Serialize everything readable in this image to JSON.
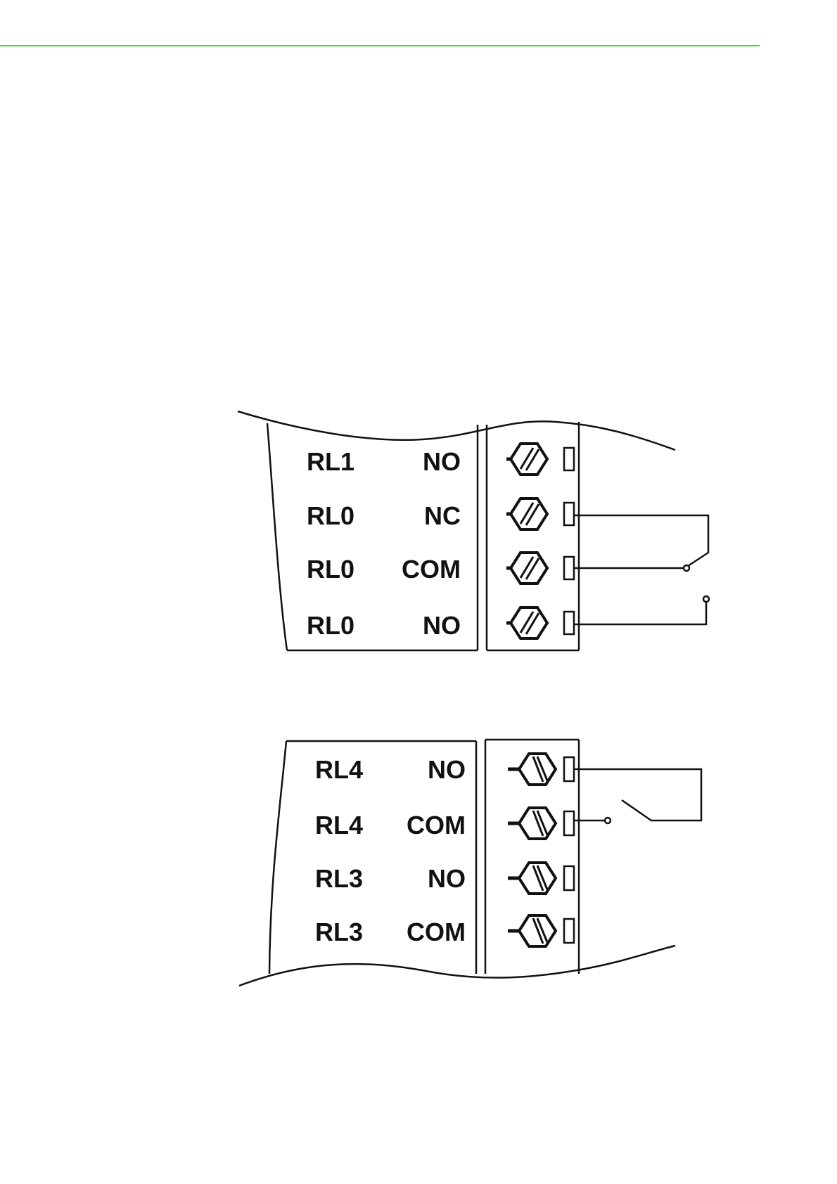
{
  "page": {
    "accent_color": "#33dd33"
  },
  "diagrams": [
    {
      "rows": [
        {
          "relay": "RL1",
          "pin": "NO"
        },
        {
          "relay": "RL0",
          "pin": "NC"
        },
        {
          "relay": "RL0",
          "pin": "COM"
        },
        {
          "relay": "RL0",
          "pin": "NO"
        }
      ],
      "switch": "SPDT",
      "switch_wired_to": [
        "RL0 NC",
        "RL0 COM",
        "RL0 NO"
      ]
    },
    {
      "rows": [
        {
          "relay": "RL4",
          "pin": "NO"
        },
        {
          "relay": "RL4",
          "pin": "COM"
        },
        {
          "relay": "RL3",
          "pin": "NO"
        },
        {
          "relay": "RL3",
          "pin": "COM"
        }
      ],
      "switch": "SPST",
      "switch_wired_to": [
        "RL4 NO",
        "RL4 COM"
      ]
    }
  ],
  "icons": {
    "terminal": "screw-terminal-icon",
    "switch_spdt": "spdt-switch-icon",
    "switch_spst": "spst-switch-icon"
  }
}
